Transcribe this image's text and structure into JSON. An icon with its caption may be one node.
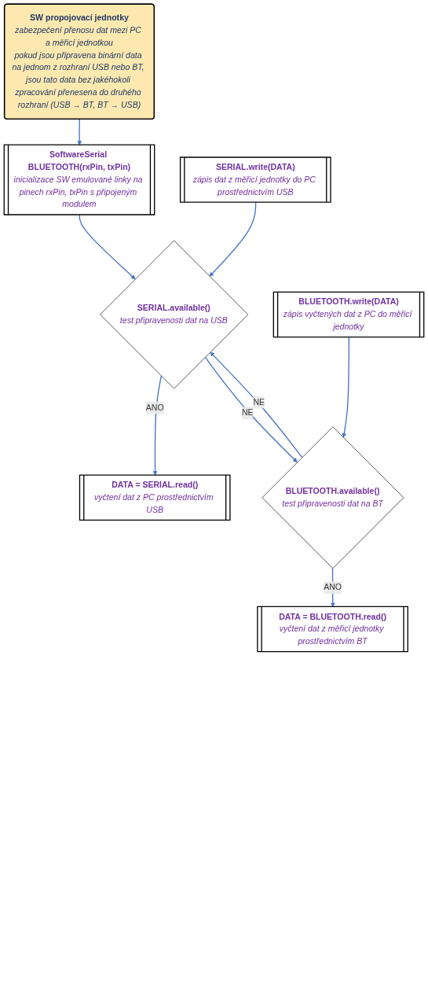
{
  "diagram": {
    "nodes": [
      {
        "text": [
          "SW propojovací jednotky",
          "zabezpečení přenosu dat mezi PC a měřicí jednotkou",
          "pokud jsou připravena binární data na jednom z rozhraní USB nebo BT, jsou tato data bez jakéhokoli zpracování přenesena do druhého rozhraní (USB → BT, BT → USB)"
        ]
      },
      {
        "text": [
          "SoftwareSerial BLUETOOTH(rxPin, txPin)",
          "inicializace SW emulované linky na pinech rxPin, txPin s připojeným modulem"
        ]
      },
      {
        "text": [
          "SERIAL.available()",
          "test připravenosti dat na USB"
        ]
      },
      {
        "text": [
          "DATA = SERIAL.read()",
          "vyčtení dat z PC prostřednictvím USB"
        ]
      },
      {
        "text": [
          "BLUETOOTH.write(DATA)",
          "zápis vyčtených dat z PC do měřicí jednotky"
        ]
      },
      {
        "text": [
          "BLUETOOTH.available()",
          "test připravenosti dat na BT"
        ]
      },
      {
        "text": [
          "DATA = BLUETOOTH.read()",
          "vyčtení dat z měřicí jednotky prostřednictvím BT"
        ]
      },
      {
        "text": [
          "SERIAL.write(DATA)",
          "zápis dat z měřicí jednotky do PC prostřednictvím USB"
        ]
      }
    ],
    "edges": [
      {
        "from": 0,
        "to": 1,
        "arrow": "to"
      },
      {
        "from": 1,
        "to": 2,
        "arrow": "to"
      },
      {
        "from": 2,
        "to": 3,
        "arrow": "to",
        "label": "ANO"
      },
      {
        "from": 4,
        "to": 5,
        "arrow": "to"
      },
      {
        "from": 2,
        "to": 5,
        "arrow": "to",
        "label": "NE"
      },
      {
        "from": 5,
        "to": 6,
        "arrow": "to",
        "label": "ANO"
      },
      {
        "from": 7,
        "to": 2,
        "arrow": "to"
      },
      {
        "from": 5,
        "to": 2,
        "arrow": "to",
        "label": "NE"
      }
    ]
  }
}
